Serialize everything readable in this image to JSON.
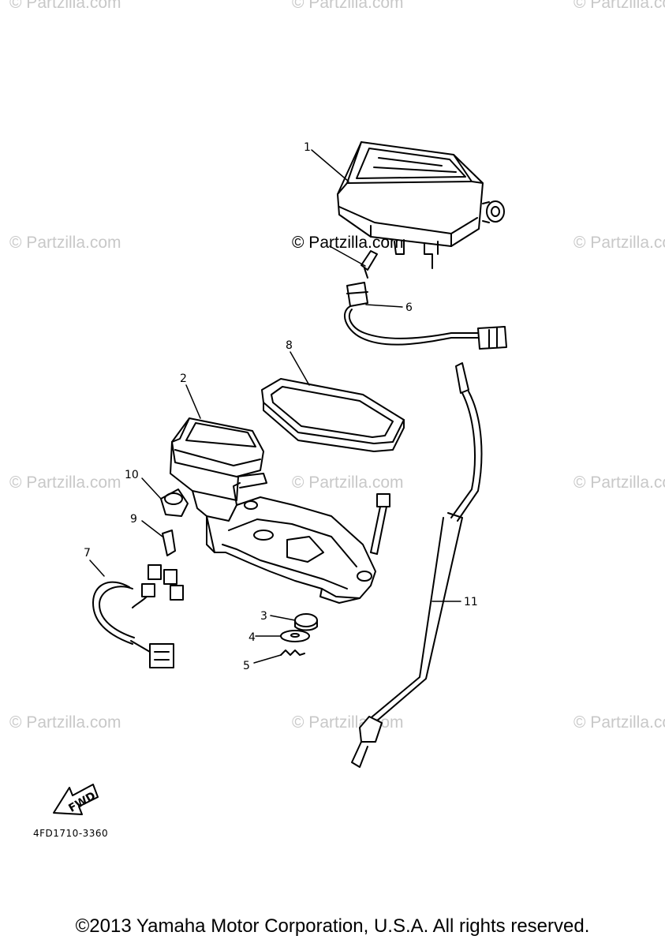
{
  "watermark": "© Partzilla.com",
  "callouts": {
    "p1": "1",
    "p2": "2",
    "p3": "3",
    "p4": "4",
    "p5": "5",
    "p6": "6",
    "p7": "7",
    "p8": "8",
    "p9": "9",
    "p10": "10",
    "p11": "11"
  },
  "fwd_label": "FWD",
  "diagram_code": "4FD1710-3360",
  "copyright": "©2013 Yamaha Motor Corporation, U.S.A. All rights reserved."
}
